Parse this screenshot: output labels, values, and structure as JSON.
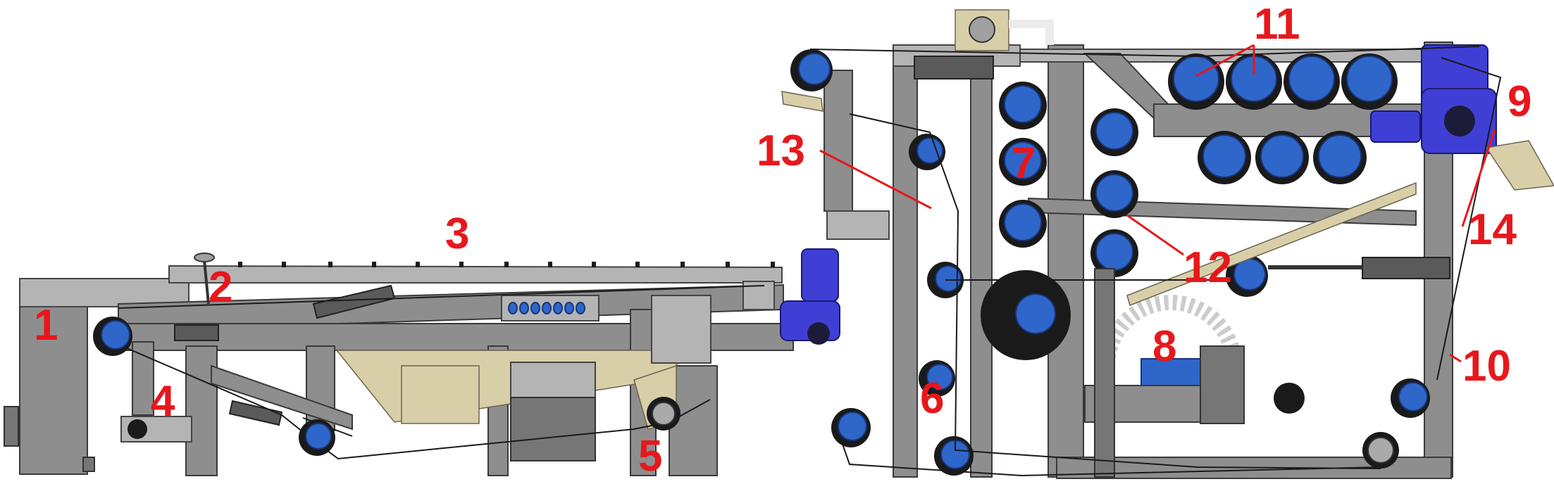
{
  "callouts": [
    {
      "id": "1",
      "label": "1"
    },
    {
      "id": "2",
      "label": "2"
    },
    {
      "id": "3",
      "label": "3"
    },
    {
      "id": "4",
      "label": "4"
    },
    {
      "id": "5",
      "label": "5"
    },
    {
      "id": "6",
      "label": "6"
    },
    {
      "id": "7",
      "label": "7"
    },
    {
      "id": "8",
      "label": "8"
    },
    {
      "id": "9",
      "label": "9"
    },
    {
      "id": "10",
      "label": "10"
    },
    {
      "id": "11",
      "label": "11"
    },
    {
      "id": "12",
      "label": "12"
    },
    {
      "id": "13",
      "label": "13"
    },
    {
      "id": "14",
      "label": "14"
    }
  ],
  "colors": {
    "callout": "#e8171c",
    "roller": "#2f66c9",
    "motor": "#3f3fd6",
    "frame": "#8e8e8e",
    "conveyor_panel": "#d8cfa8"
  }
}
